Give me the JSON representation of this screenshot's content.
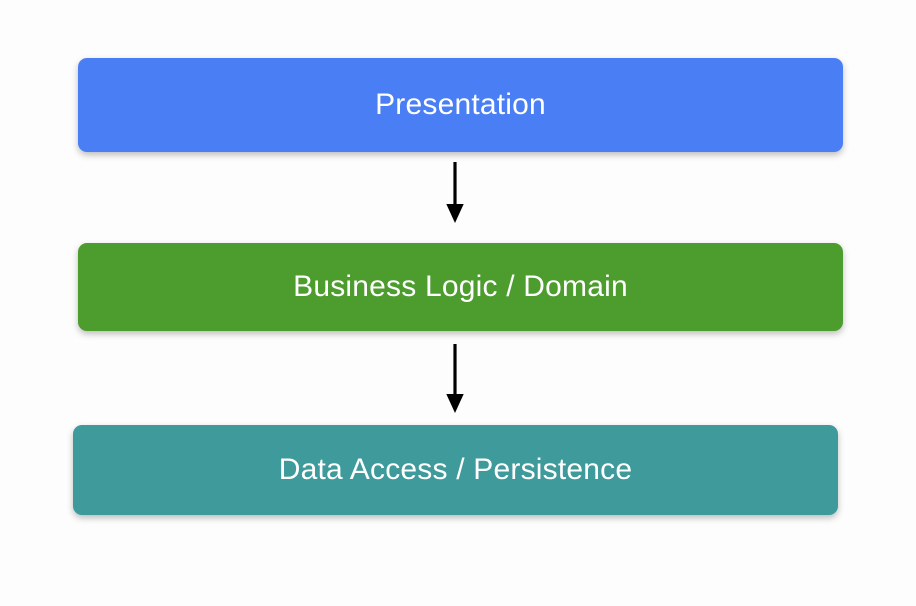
{
  "diagram": {
    "type": "layered-architecture",
    "title": "",
    "background_color": "#fdfdfd",
    "layers": [
      {
        "id": "presentation",
        "label": "Presentation",
        "fill_color": "#4a7ef5",
        "text_color": "#ffffff",
        "order": 1
      },
      {
        "id": "business-logic",
        "label": "Business Logic / Domain",
        "fill_color": "#4c9c2e",
        "text_color": "#ffffff",
        "order": 2
      },
      {
        "id": "data-access",
        "label": "Data Access / Persistence",
        "fill_color": "#3f9a9c",
        "text_color": "#ffffff",
        "order": 3
      }
    ],
    "connectors": [
      {
        "id": "presentation-to-business",
        "from": "presentation",
        "to": "business-logic",
        "label": "",
        "color": "#000000",
        "direction": "down",
        "style": "solid-arrow"
      },
      {
        "id": "business-to-data",
        "from": "business-logic",
        "to": "data-access",
        "label": "",
        "color": "#000000",
        "direction": "down",
        "style": "solid-arrow"
      }
    ]
  }
}
